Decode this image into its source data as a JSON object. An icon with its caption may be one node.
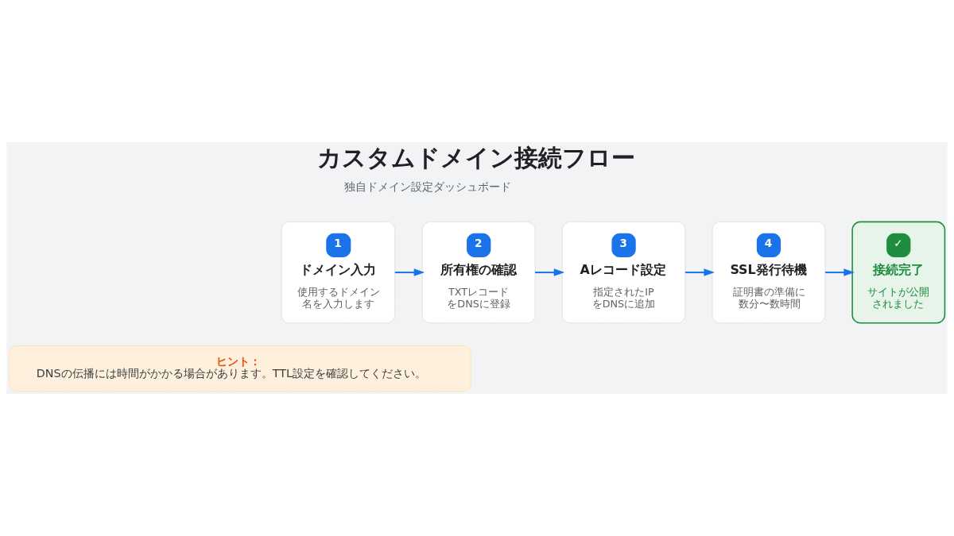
{
  "diagram": {
    "title": "カスタムドメイン接続フロー",
    "nodes": [
      {
        "text": [
          "1",
          "ドメイン入力",
          "使用するドメイン名を入力します"
        ]
      },
      {
        "text": [
          "2",
          "所有権の確認",
          "TXTレコードをDNSに登録"
        ]
      },
      {
        "text": [
          "3",
          "Aレコード設定",
          "指定されたIPをDNSに追加"
        ]
      },
      {
        "text": [
          "4",
          "SSL発行待機",
          "証明書の準備に数分〜数時間"
        ]
      },
      {
        "text": [
          "✓",
          "接続完了",
          "サイトが公開されました"
        ]
      },
      {
        "text": [
          "ヒント：",
          "DNSの伝播には時間がかかる場合があります。TTL設定を確認してください。"
        ]
      }
    ],
    "edges": [
      {
        "from": 0,
        "to": 1,
        "arrow": "to"
      },
      {
        "from": 1,
        "to": 2,
        "arrow": "to"
      },
      {
        "from": 2,
        "to": 3,
        "arrow": "to"
      },
      {
        "from": 3,
        "to": 4,
        "arrow": "to"
      }
    ],
    "labels": [
      "独自ドメイン設定ダッシュボード"
    ]
  }
}
